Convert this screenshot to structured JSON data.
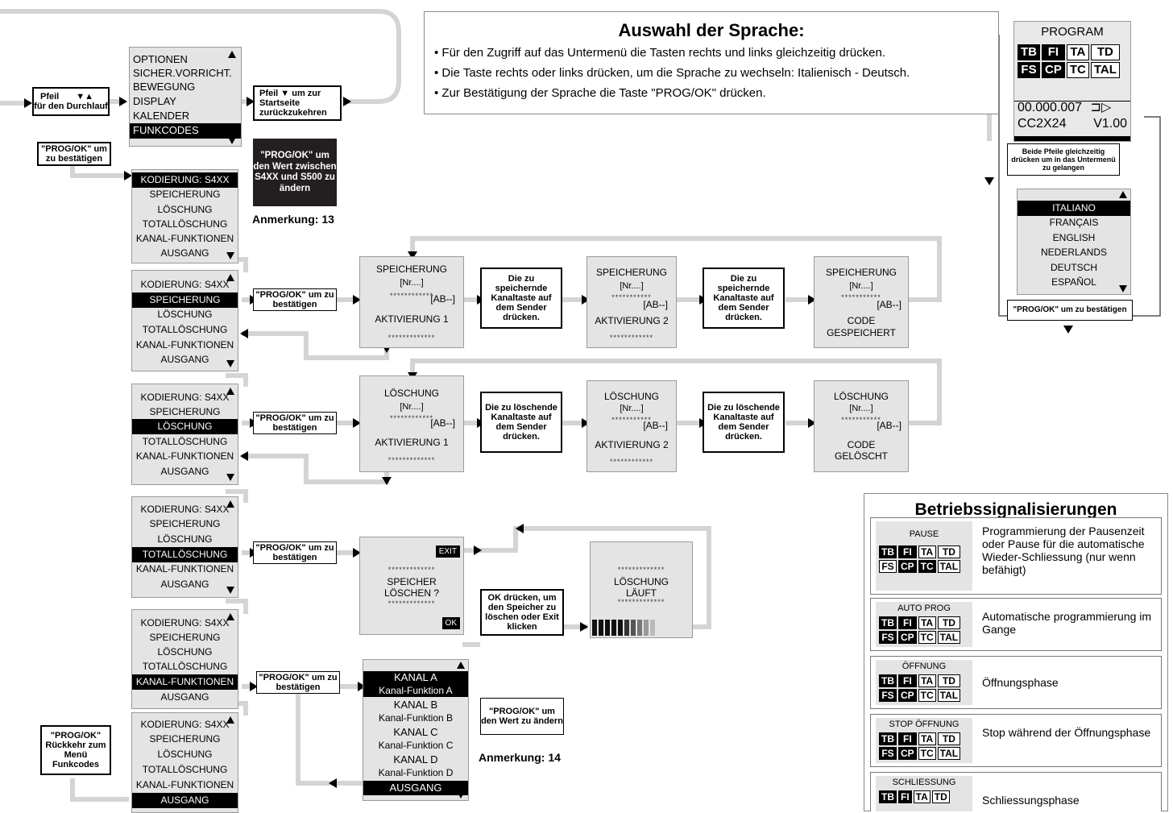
{
  "menu_main": {
    "items": [
      "OPTIONEN",
      "SICHER.VORRICHT.",
      "BEWEGUNG",
      "DISPLAY",
      "KALENDER",
      "FUNKCODES"
    ],
    "selected": 5
  },
  "box_pfeil_durchlauf": "Pfeil ▼▲ für den Durchlauf",
  "box_pfeil_startseite": "Pfeil ▼ um zur Startseite zurückzukehren",
  "box_prog_bestaetigen": "\"PROG/OK\" um zu bestätigen",
  "dark_box_wert": "\"PROG/OK\" um den Wert zwischen S4XX und S500 zu ändern",
  "note13": "Anmerkung: 13",
  "note14": "Anmerkung: 14",
  "code_menu_items": [
    "KODIERUNG: S4XX",
    "SPEICHERUNG",
    "LÖSCHUNG",
    "TOTALLÖSCHUNG",
    "KANAL-FUNKTIONEN",
    "AUSGANG"
  ],
  "prog_ok": "\"PROG/OK\" um zu bestätigen",
  "speicherung": {
    "title": "SPEICHERUNG",
    "nr": "[Nr....]",
    "ab": "[AB--]",
    "akt1": "AKTIVIERUNG 1",
    "akt2": "AKTIVIERUNG 2",
    "code": "CODE",
    "done": "GESPEICHERT",
    "press": "Die zu speichernde Kanaltaste auf dem Sender drücken."
  },
  "loeschung": {
    "title": "LÖSCHUNG",
    "nr": "[Nr....]",
    "ab": "[AB--]",
    "akt1": "AKTIVIERUNG 1",
    "akt2": "AKTIVIERUNG 2",
    "code": "CODE",
    "done": "GELÖSCHT",
    "press": "Die zu löschende Kanaltaste auf dem Sender drücken."
  },
  "total": {
    "exit": "EXIT",
    "ok": "OK",
    "l1": "SPEICHER",
    "l2": "LÖSCHEN ?",
    "ok_box": "OK drücken, um den Speicher zu löschen oder Exit klicken",
    "run1": "LÖSCHUNG",
    "run2": "LÄUFT"
  },
  "kanal_menu": [
    "KANAL A",
    "Kanal-Funktion A",
    "KANAL B",
    "Kanal-Funktion B",
    "KANAL C",
    "Kanal-Funktion C",
    "KANAL D",
    "Kanal-Funktion D",
    "AUSGANG"
  ],
  "prog_wert": "\"PROG/OK\" um den Wert zu ändern",
  "rueckkehr": "\"PROG/OK\" Rückkehr zum Menü Funkcodes",
  "language": {
    "title": "Auswahl der Sprache:",
    "bullets": [
      "Für den Zugriff auf das Untermenü die Tasten rechts und links gleichzeitig drücken.",
      "Die Taste rechts oder links drücken, um die Sprache zu wechseln: Italienisch - Deutsch.",
      "Zur Bestätigung der Sprache die Taste \"PROG/OK\" drücken."
    ]
  },
  "program_panel": {
    "title": "PROGRAM",
    "chips": [
      "TB",
      "FI",
      "TA",
      "TD",
      "FS",
      "CP",
      "TC",
      "TAL"
    ],
    "line1": "00.000.007",
    "line2a": "CC2X24",
    "line2b": "V1.00",
    "both_arrows": "Beide Pfeile gleichzeitig drücken um in das Untermenü zu gelangen",
    "langs": [
      "ITALIANO",
      "FRANÇAIS",
      "ENGLISH",
      "NEDERLANDS",
      "DEUTSCH",
      "ESPAÑOL"
    ],
    "confirm": "\"PROG/OK\" um zu bestätigen"
  },
  "signals": {
    "title": "Betriebssignalisierungen",
    "rows": [
      {
        "label": "PAUSE",
        "text": "Programmierung der Pausenzeit oder Pause für die automatische Wieder-Schliessung (nur wenn befähigt)"
      },
      {
        "label": "AUTO PROG",
        "text": "Automatische programmierung im Gange"
      },
      {
        "label": "ÖFFNUNG",
        "text": "Öffnungsphase"
      },
      {
        "label": "STOP ÖFFNUNG",
        "text": "Stop während der Öffnungsphase"
      },
      {
        "label": "SCHLIESSUNG",
        "text": "Schliessungsphase"
      }
    ]
  }
}
